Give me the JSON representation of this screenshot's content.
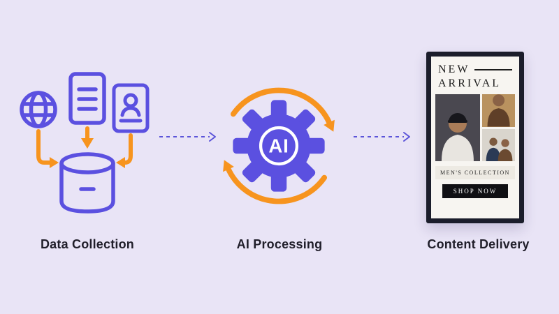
{
  "background": "#e9e4f6",
  "colors": {
    "indigo": "#5b50e0",
    "orange": "#f7941e",
    "dashed_arrow": "#5b54d9",
    "label_text": "#201e2a",
    "signage_frame": "#1b1d2b"
  },
  "stages": [
    {
      "id": "data-collection",
      "label": "Data Collection"
    },
    {
      "id": "ai-processing",
      "label": "AI Processing",
      "badge": "AI"
    },
    {
      "id": "content-delivery",
      "label": "Content Delivery"
    }
  ],
  "icons": {
    "data_collection": [
      "globe",
      "document",
      "id-card",
      "database",
      "down-arrow",
      "right-arrow",
      "left-arrow"
    ],
    "ai_processing": [
      "gear",
      "cycle-arrows"
    ],
    "flow": [
      "dashed-arrow",
      "dashed-arrow"
    ]
  },
  "poster": {
    "title_line1": "NEW",
    "title_line2": "ARRIVAL",
    "band": "MEN'S COLLECTION",
    "cta": "SHOP NOW"
  }
}
